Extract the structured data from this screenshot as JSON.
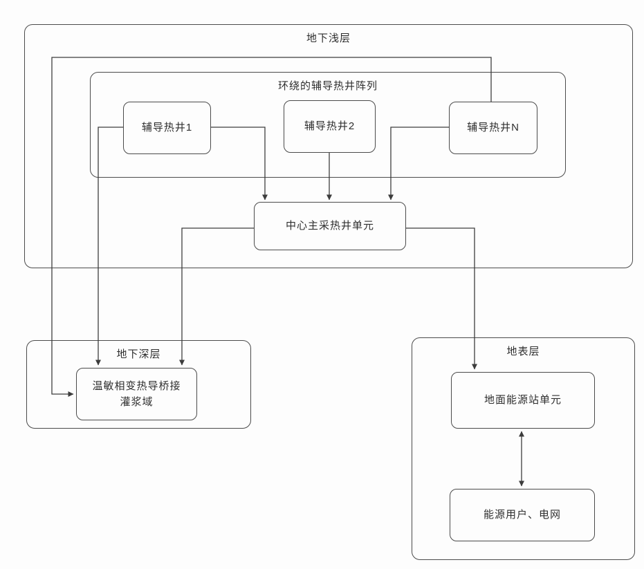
{
  "diagram": {
    "shallow_layer": {
      "title": "地下浅层"
    },
    "auxiliary_array": {
      "title": "环绕的辅导热井阵列"
    },
    "wells": [
      {
        "label": "辅导热井1"
      },
      {
        "label": "辅导热井2"
      },
      {
        "label": "辅导热井N"
      }
    ],
    "central_unit": {
      "label": "中心主采热井单元"
    },
    "deep_layer": {
      "title": "地下深层"
    },
    "grout_zone": {
      "label": "温敏相变热导桥接灌浆域"
    },
    "surface_layer": {
      "title": "地表层"
    },
    "energy_station": {
      "label": "地面能源站单元"
    },
    "energy_users": {
      "label": "能源用户、电网"
    }
  }
}
